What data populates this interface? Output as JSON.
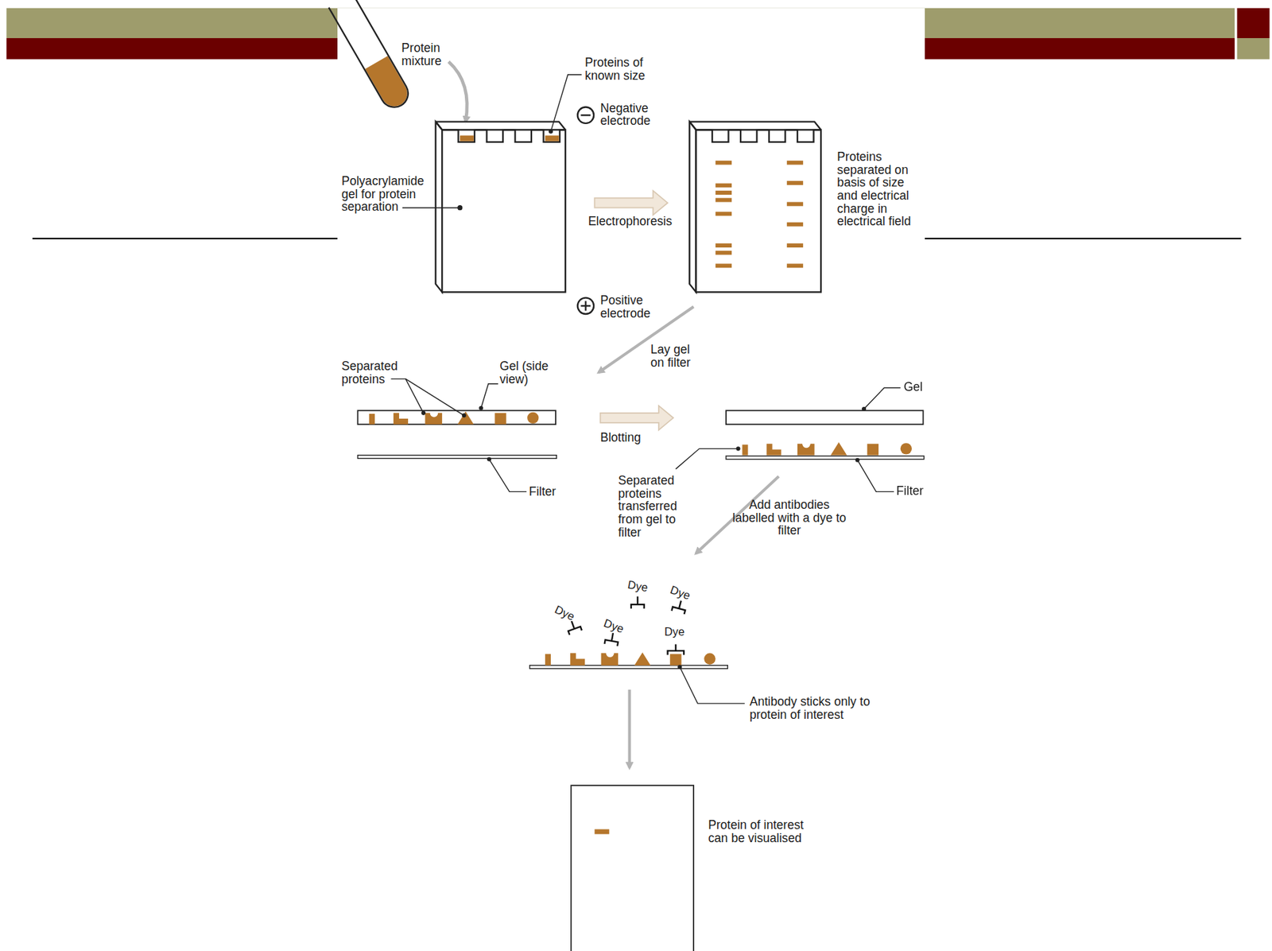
{
  "diagram": {
    "labels": [
      "Protein mixture",
      "Proteins of known size",
      "Negative electrode",
      "Polyacrylamide gel for protein separation",
      "Electrophoresis",
      "Proteins separated on basis of size and electrical charge in electrical field",
      "Positive electrode",
      "Lay gel on filter",
      "Separated proteins",
      "Gel (side view)",
      "Blotting",
      "Gel",
      "Filter",
      "Separated proteins transferred from gel to filter",
      "Filter",
      "Add antibodies labelled with a dye to filter",
      "Dye",
      "Dye",
      "Dye",
      "Dye",
      "Dye",
      "Antibody sticks only to protein of interest",
      "Protein of interest can be visualised"
    ]
  }
}
